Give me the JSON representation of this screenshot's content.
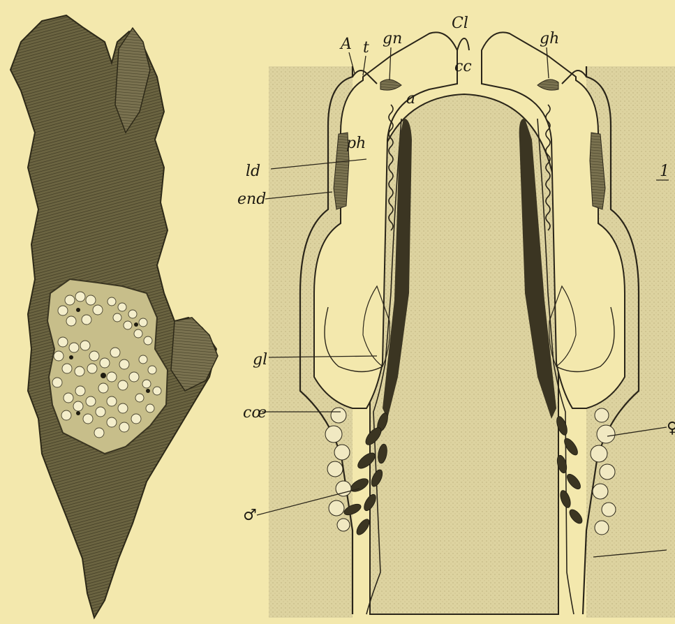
{
  "labels": {
    "cl": "Cl",
    "a_upper": "A",
    "t": "t",
    "gn": "gn",
    "gh": "gh",
    "cc": "cc",
    "a_lower": "a",
    "ph": "ph",
    "ld": "ld",
    "end": "end",
    "one": "1",
    "gl": "gl",
    "coe": "cœ",
    "male": "♂",
    "female_partial": "♀"
  },
  "colors": {
    "paper": "#f3e8ad",
    "tissue_gray": "#d8cf9c",
    "line": "#2a2519",
    "colony_dark": "#5e5637",
    "colony_mid": "#77704c"
  }
}
